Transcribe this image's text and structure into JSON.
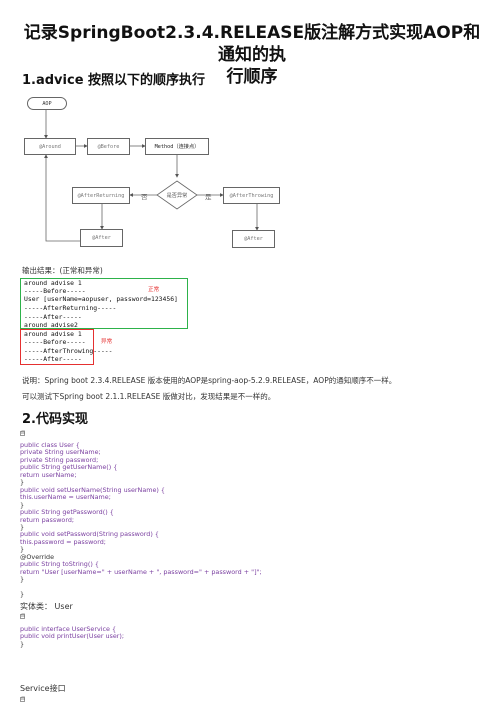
{
  "title_line1": "记录SpringBoot2.3.4.RELEASE版注解方式实现AOP和通知的执",
  "title_line2": "行顺序",
  "section1": "1.advice 按照以下的顺序执行",
  "diagram": {
    "aop": "AOP",
    "around": "@Around",
    "before": "@Before",
    "method": "Method（连接点）",
    "decision": "是否异常",
    "after_returning": "@AfterReturning",
    "after_throwing": "@AfterThrowing",
    "after_left": "@After",
    "after_right": "@After",
    "no_label": "否",
    "yes_label": "是"
  },
  "output_label": "输出结果：(正常和异常)",
  "console": {
    "lines": [
      "around advise 1",
      "-----Before-----",
      "User [userName=aopuser, password=123456]",
      "-----AfterReturning-----",
      "-----After-----",
      "around advise2",
      "around advise 1",
      "-----Before-----",
      "-----AfterThrowing-----",
      "-----After-----"
    ],
    "normal_tag": "正常",
    "exception_tag": "异常"
  },
  "note1": "说明：Spring boot 2.3.4.RELEASE 版本使用的AOP是spring-aop-5.2.9.RELEASE，AOP的通知顺序不一样。",
  "note2": "可以测试下Spring boot 2.1.1.RELEASE 版做对比，发现结果是不一样的。",
  "section2": "2.代码实现",
  "code_user": [
    "public class User {",
    "    private String userName;",
    "    private String password;",
    "    public String getUserName() {",
    "        return userName;",
    "    }",
    "    public void setUserName(String userName) {",
    "        this.userName = userName;",
    "    }",
    "    public String getPassword() {",
    "        return password;",
    "    }",
    "    public void setPassword(String password) {",
    "        this.password = password;",
    "    }",
    "    @Override",
    "    public String toString() {",
    "        return \"User [userName=\" + userName + \", password=\" + password + \"]\";",
    "    }",
    "",
    "}"
  ],
  "caption_user": "实体类：  User",
  "code_service": [
    "public interface UserService {",
    "    public void printUser(User user);",
    "}"
  ],
  "caption_service": "Service接口",
  "expand_glyph": "⊟"
}
